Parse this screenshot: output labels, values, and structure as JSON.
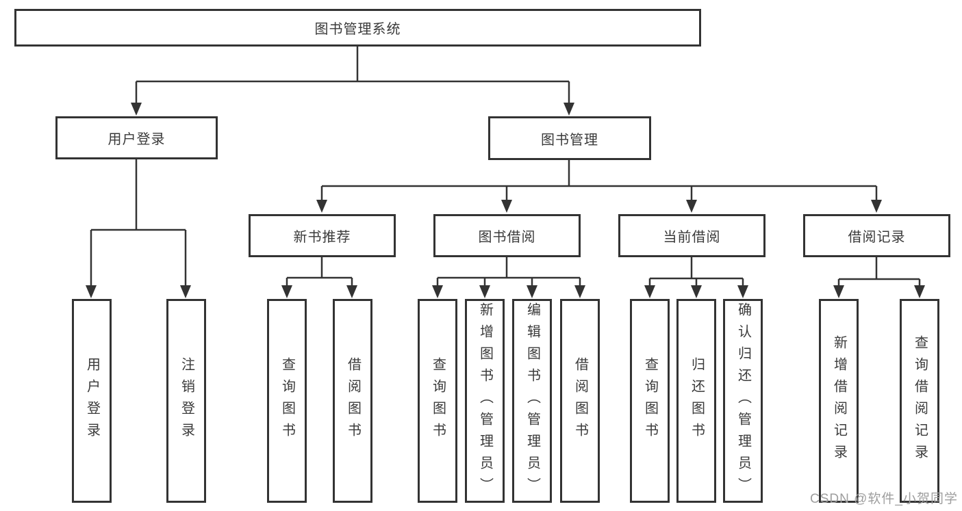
{
  "diagram": {
    "root": {
      "label": "图书管理系统"
    },
    "level2": {
      "user_login": {
        "label": "用户登录"
      },
      "book_management": {
        "label": "图书管理"
      }
    },
    "level3": {
      "new_book_recommend": {
        "label": "新书推荐"
      },
      "book_borrow": {
        "label": "图书借阅"
      },
      "current_borrow": {
        "label": "当前借阅"
      },
      "borrow_record": {
        "label": "借阅记录"
      }
    },
    "leaves": {
      "login": {
        "label": "用户登录"
      },
      "logout": {
        "label": "注销登录"
      },
      "nb_query_book": {
        "label": "查询图书"
      },
      "nb_borrow_book": {
        "label": "借阅图书"
      },
      "bb_query_book": {
        "label": "查询图书"
      },
      "bb_add_book_admin": {
        "label": "新增图书（管理员）"
      },
      "bb_edit_book_admin": {
        "label": "编辑图书（管理员）"
      },
      "bb_borrow_book": {
        "label": "借阅图书"
      },
      "cb_query_book": {
        "label": "查询图书"
      },
      "cb_return_book": {
        "label": "归还图书"
      },
      "cb_confirm_return_admin": {
        "label": "确认归还（管理员）"
      },
      "br_add_record": {
        "label": "新增借阅记录"
      },
      "br_query_record": {
        "label": "查询借阅记录"
      }
    }
  },
  "watermark": {
    "text": "CSDN @软件_小贺同学",
    "color": "#9e9e9e"
  },
  "colors": {
    "line": "#333333",
    "text": "#3a3a3a",
    "background": "#ffffff"
  }
}
